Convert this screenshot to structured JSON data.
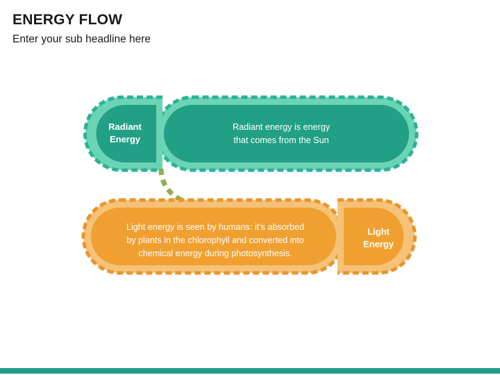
{
  "header": {
    "title": "ENERGY FLOW",
    "subtitle": "Enter your sub headline here"
  },
  "diagram": {
    "title": "energy-flow-diagram",
    "rows": [
      {
        "id": "radiant-energy",
        "label": "Radiant\nEnergy",
        "label_line1": "Radiant",
        "label_line2": "Energy",
        "body": "Radiant energy is energy that comes from the Sun",
        "body_line1": "Radiant energy is energy",
        "body_line2": "that comes from the Sun",
        "label_side": "left",
        "fill": "#22A085",
        "band": "#6BD4B4",
        "dash": "#2BB298",
        "text_color": "#FFFFFF"
      },
      {
        "id": "light-energy",
        "label": "Light\nEnergy",
        "label_line1": "Light",
        "label_line2": "Energy",
        "body": "Light energy is seen by humans: it's absorbed by plants in the chlorophyll and converted into chemical energy during photosynthesis.",
        "body_line1": "Light energy is seen by humans: it’s absorbed",
        "body_line2": "by plants in the chlorophyll and converted into",
        "body_line3": "chemical energy during photosynthesis.",
        "label_side": "right",
        "fill": "#F0A030",
        "band": "#F5C278",
        "dash": "#E8952A",
        "text_color": "#FFFFFF"
      }
    ],
    "connector": {
      "name": "dashed-curved-arrow",
      "color": "#8CB04A",
      "from": "radiant-energy",
      "to": "light-energy"
    }
  },
  "footer": {
    "bar_color": "#1F9E85"
  }
}
